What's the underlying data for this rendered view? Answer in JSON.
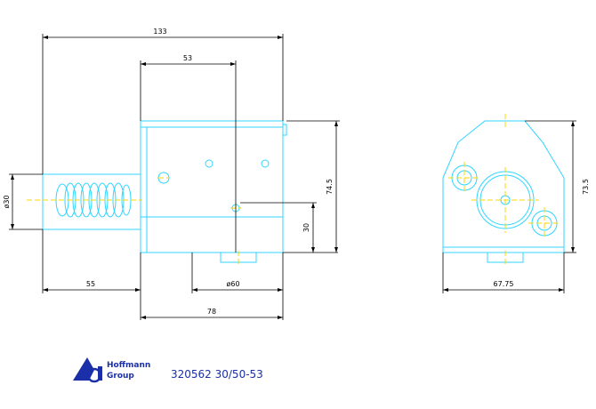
{
  "colors": {
    "outline": "#2fd6ff",
    "dimension": "#000000",
    "center": "#ffd400",
    "brand": "#1a2fa8"
  },
  "dimensions": {
    "overall_length": "133",
    "body_width": "53",
    "shank_length": "55",
    "base_length": "78",
    "shank_dia": "ø30",
    "coolant_dia": "ø60",
    "side_height": "74.5",
    "center_height": "30",
    "front_height": "73.5",
    "front_width": "67.75"
  },
  "logo": {
    "line1": "Hoffmann",
    "line2": "Group",
    "icon": "hoffmann-logo-icon"
  },
  "part_number": "320562 30/50-53"
}
